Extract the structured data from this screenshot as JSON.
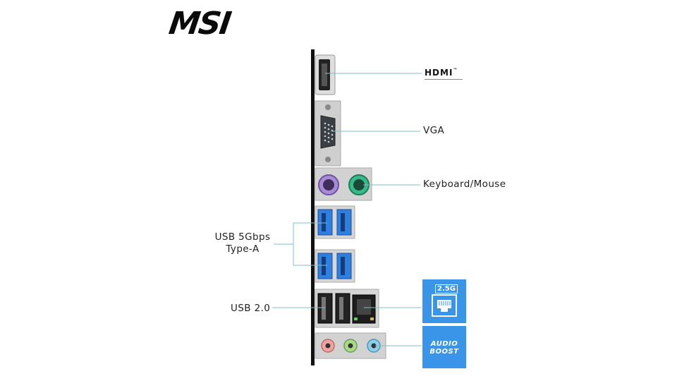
{
  "brand": {
    "logo_text": "MSI"
  },
  "ports": {
    "hdmi": {
      "logo_text": "HDMI",
      "trademark": "™"
    },
    "vga": {
      "label": "VGA"
    },
    "ps2": {
      "label": "Keyboard/Mouse"
    },
    "usb5": {
      "label_line1": "USB 5Gbps",
      "label_line2": "Type-A"
    },
    "usb2": {
      "label": "USB 2.0"
    }
  },
  "badges": {
    "lan": {
      "speed_text": "2.5G",
      "icon": "ethernet-port-icon"
    },
    "audio": {
      "line1": "AUDIO",
      "line2": "BOOST"
    }
  },
  "colors": {
    "connector_line": "#7fbfc9",
    "usb5_blue": "#2f7fe0",
    "ps2_purple": "#a88ad8",
    "ps2_green": "#37b98a",
    "audio_pink": "#f0a3a0",
    "audio_green": "#a9d98a",
    "audio_blue": "#8ccde8",
    "badge_blue": "#3a94e8",
    "panel_black": "#111111",
    "metal_grey": "#c8c8c8"
  }
}
